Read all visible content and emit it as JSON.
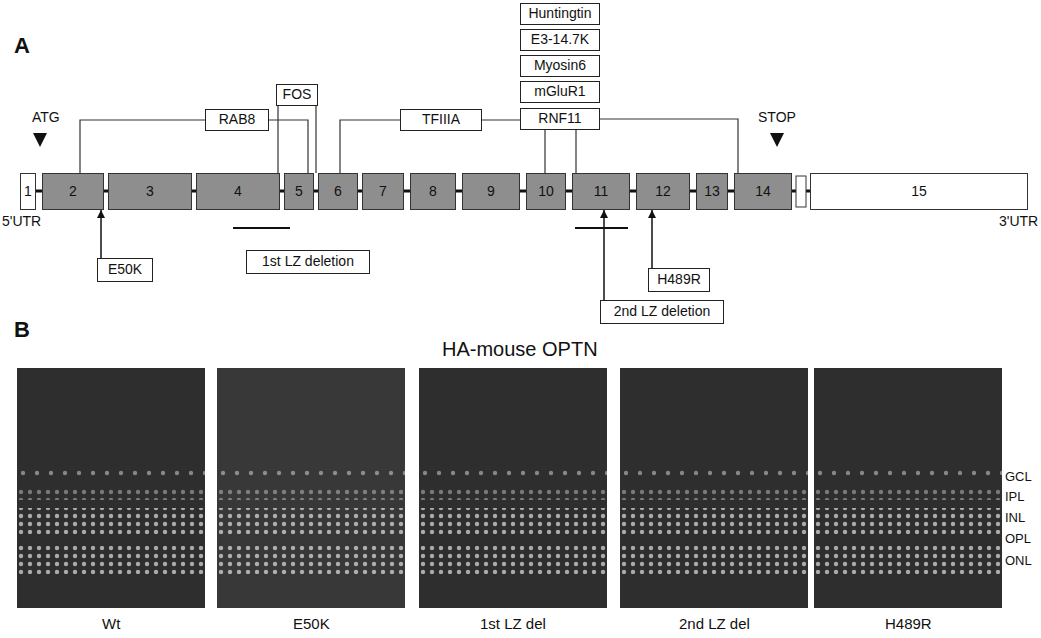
{
  "diagram": {
    "nodes": [
      {
        "text": [
          "Huntingtin"
        ]
      },
      {
        "text": [
          "E3-14.7K"
        ]
      },
      {
        "text": [
          "Myosin6"
        ]
      },
      {
        "text": [
          "mGluR1"
        ]
      },
      {
        "text": [
          "FOS"
        ]
      },
      {
        "text": [
          "RAB8"
        ]
      },
      {
        "text": [
          "TFIIIA"
        ]
      },
      {
        "text": [
          "RNF11"
        ]
      },
      {
        "text": [
          "1"
        ]
      },
      {
        "text": [
          "2"
        ]
      },
      {
        "text": [
          "3"
        ]
      },
      {
        "text": [
          "4"
        ]
      },
      {
        "text": [
          "5"
        ]
      },
      {
        "text": [
          "6"
        ]
      },
      {
        "text": [
          "7"
        ]
      },
      {
        "text": [
          "8"
        ]
      },
      {
        "text": [
          "9"
        ]
      },
      {
        "text": [
          "10"
        ]
      },
      {
        "text": [
          "11"
        ]
      },
      {
        "text": [
          "12"
        ]
      },
      {
        "text": [
          "13"
        ]
      },
      {
        "text": [
          "14"
        ]
      },
      {
        "text": [
          "15"
        ]
      },
      {
        "text": [
          "E50K"
        ]
      },
      {
        "text": [
          "1st LZ deletion"
        ]
      },
      {
        "text": [
          "H489R"
        ]
      },
      {
        "text": [
          "2nd LZ deletion"
        ]
      }
    ],
    "edges": [
      {
        "from": 23,
        "to": 9,
        "arrow": "to"
      },
      {
        "from": 25,
        "to": 19,
        "arrow": "to"
      },
      {
        "from": 26,
        "to": 18,
        "arrow": "to"
      }
    ],
    "labels": [
      "A",
      "ATG",
      "STOP",
      "5'UTR",
      "3'UTR",
      "B",
      "HA-mouse OPTN",
      "GCL",
      "IPL",
      "INL",
      "OPL",
      "ONL",
      "Wt",
      "E50K",
      "1st LZ del",
      "2nd LZ del",
      "H489R"
    ]
  }
}
